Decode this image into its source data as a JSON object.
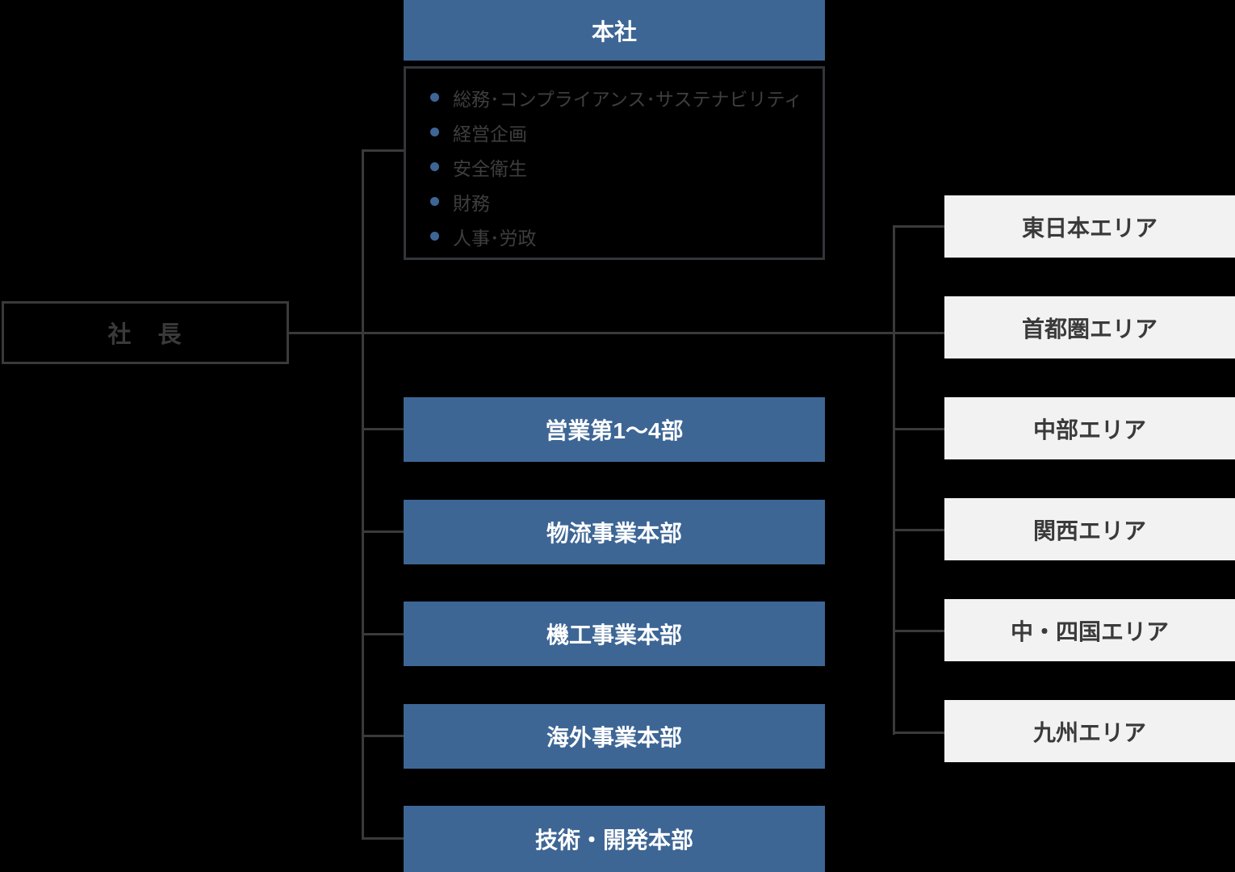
{
  "colors": {
    "background": "#000000",
    "accent_blue": "#3d6695",
    "area_gray": "#f2f2f2",
    "line_dark": "#3a3a3a",
    "text_dark": "#3e3e3e",
    "text_light": "#ffffff"
  },
  "president": {
    "label": "社　長"
  },
  "headquarters": {
    "title": "本社",
    "departments": [
      "総務･コンプライアンス･サステナビリティ",
      "経営企画",
      "安全衛生",
      "財務",
      "人事･労政"
    ]
  },
  "divisions": [
    "営業第1～4部",
    "物流事業本部",
    "機工事業本部",
    "海外事業本部",
    "技術・開発本部"
  ],
  "areas": [
    "東日本エリア",
    "首都圏エリア",
    "中部エリア",
    "関西エリア",
    "中・四国エリア",
    "九州エリア"
  ]
}
